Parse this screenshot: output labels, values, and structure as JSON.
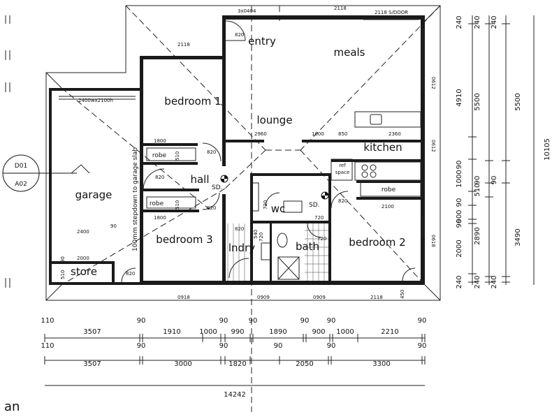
{
  "rooms": {
    "entry": "entry",
    "meals": "meals",
    "bedroom1": "bedroom 1",
    "lounge": "lounge",
    "kitchen": "kitchen",
    "hall": "hall",
    "garage": "garage",
    "bedroom3": "bedroom 3",
    "lndry": "lndry",
    "bath": "bath",
    "bedroom2": "bedroom 2",
    "store": "store",
    "wc": "wc"
  },
  "labels": {
    "robe_b1": "robe",
    "robe_b3": "robe",
    "robe_b2": "robe",
    "ref_space_1": "ref",
    "ref_space_2": "space",
    "sd_hall": "SD.",
    "sd_bath": "SD.",
    "garage_slab": "100mm stepdown to garage slab",
    "ref_top": "D01",
    "ref_bottom": "A02",
    "caption": "an"
  },
  "plan_notes": {
    "door_3x0404": "3x0404",
    "win_2118_top": "2118",
    "sdoor": "2118 S/DOOR",
    "win_2118_b1": "2118",
    "garage_door": "2400wx2100h",
    "d820_entry": "820",
    "d820_b1": "820",
    "d820_hall": "820",
    "d820_b3": "820",
    "d820_lndry": "820",
    "d820_store": "820",
    "d720_wc": "720",
    "d720_bath": "720",
    "d720_b2": "720",
    "d820_b2": "820",
    "w2960": "2960",
    "w1800_a": "1800",
    "w1800_b": "1800",
    "w510_a": "510",
    "w510_b": "510",
    "w1000_k": "1000",
    "w850": "850",
    "w2360": "2360",
    "w2100": "2100",
    "w2400": "2400",
    "w2000": "2000",
    "w90_g": "90",
    "w90_s": "90",
    "w510_s": "510",
    "w0918": "0918",
    "w0909_a": "0909",
    "w0909_b": "0909",
    "w2118_bot": "2118",
    "w450": "450",
    "w0612_a": "0612",
    "w0612_b": "0612",
    "w0618": "0618",
    "w540": "540",
    "w720_l": "720"
  },
  "dims_bottom": {
    "row1": [
      "110",
      "3507",
      "90",
      "1910",
      "1000",
      "90",
      "990",
      "90",
      "1890",
      "90",
      "900",
      "90",
      "1000",
      "2210",
      "90"
    ],
    "row2": [
      "110",
      "3507",
      "90",
      "3000",
      "90",
      "1820",
      "90",
      "2050",
      "90",
      "3300",
      "90"
    ],
    "total": "14242"
  },
  "dims_right": {
    "col1": [
      "240",
      "4910",
      "90",
      "1000",
      "90",
      "900",
      "90",
      "2000",
      "240"
    ],
    "col2": [
      "240",
      "5500",
      "90",
      "510",
      "2890",
      "240"
    ],
    "col3": [
      "240",
      "5500",
      "90",
      "3490",
      "240"
    ],
    "total": "10105"
  },
  "colors": {
    "line": "#1a1a1a",
    "background": "#ffffff"
  }
}
